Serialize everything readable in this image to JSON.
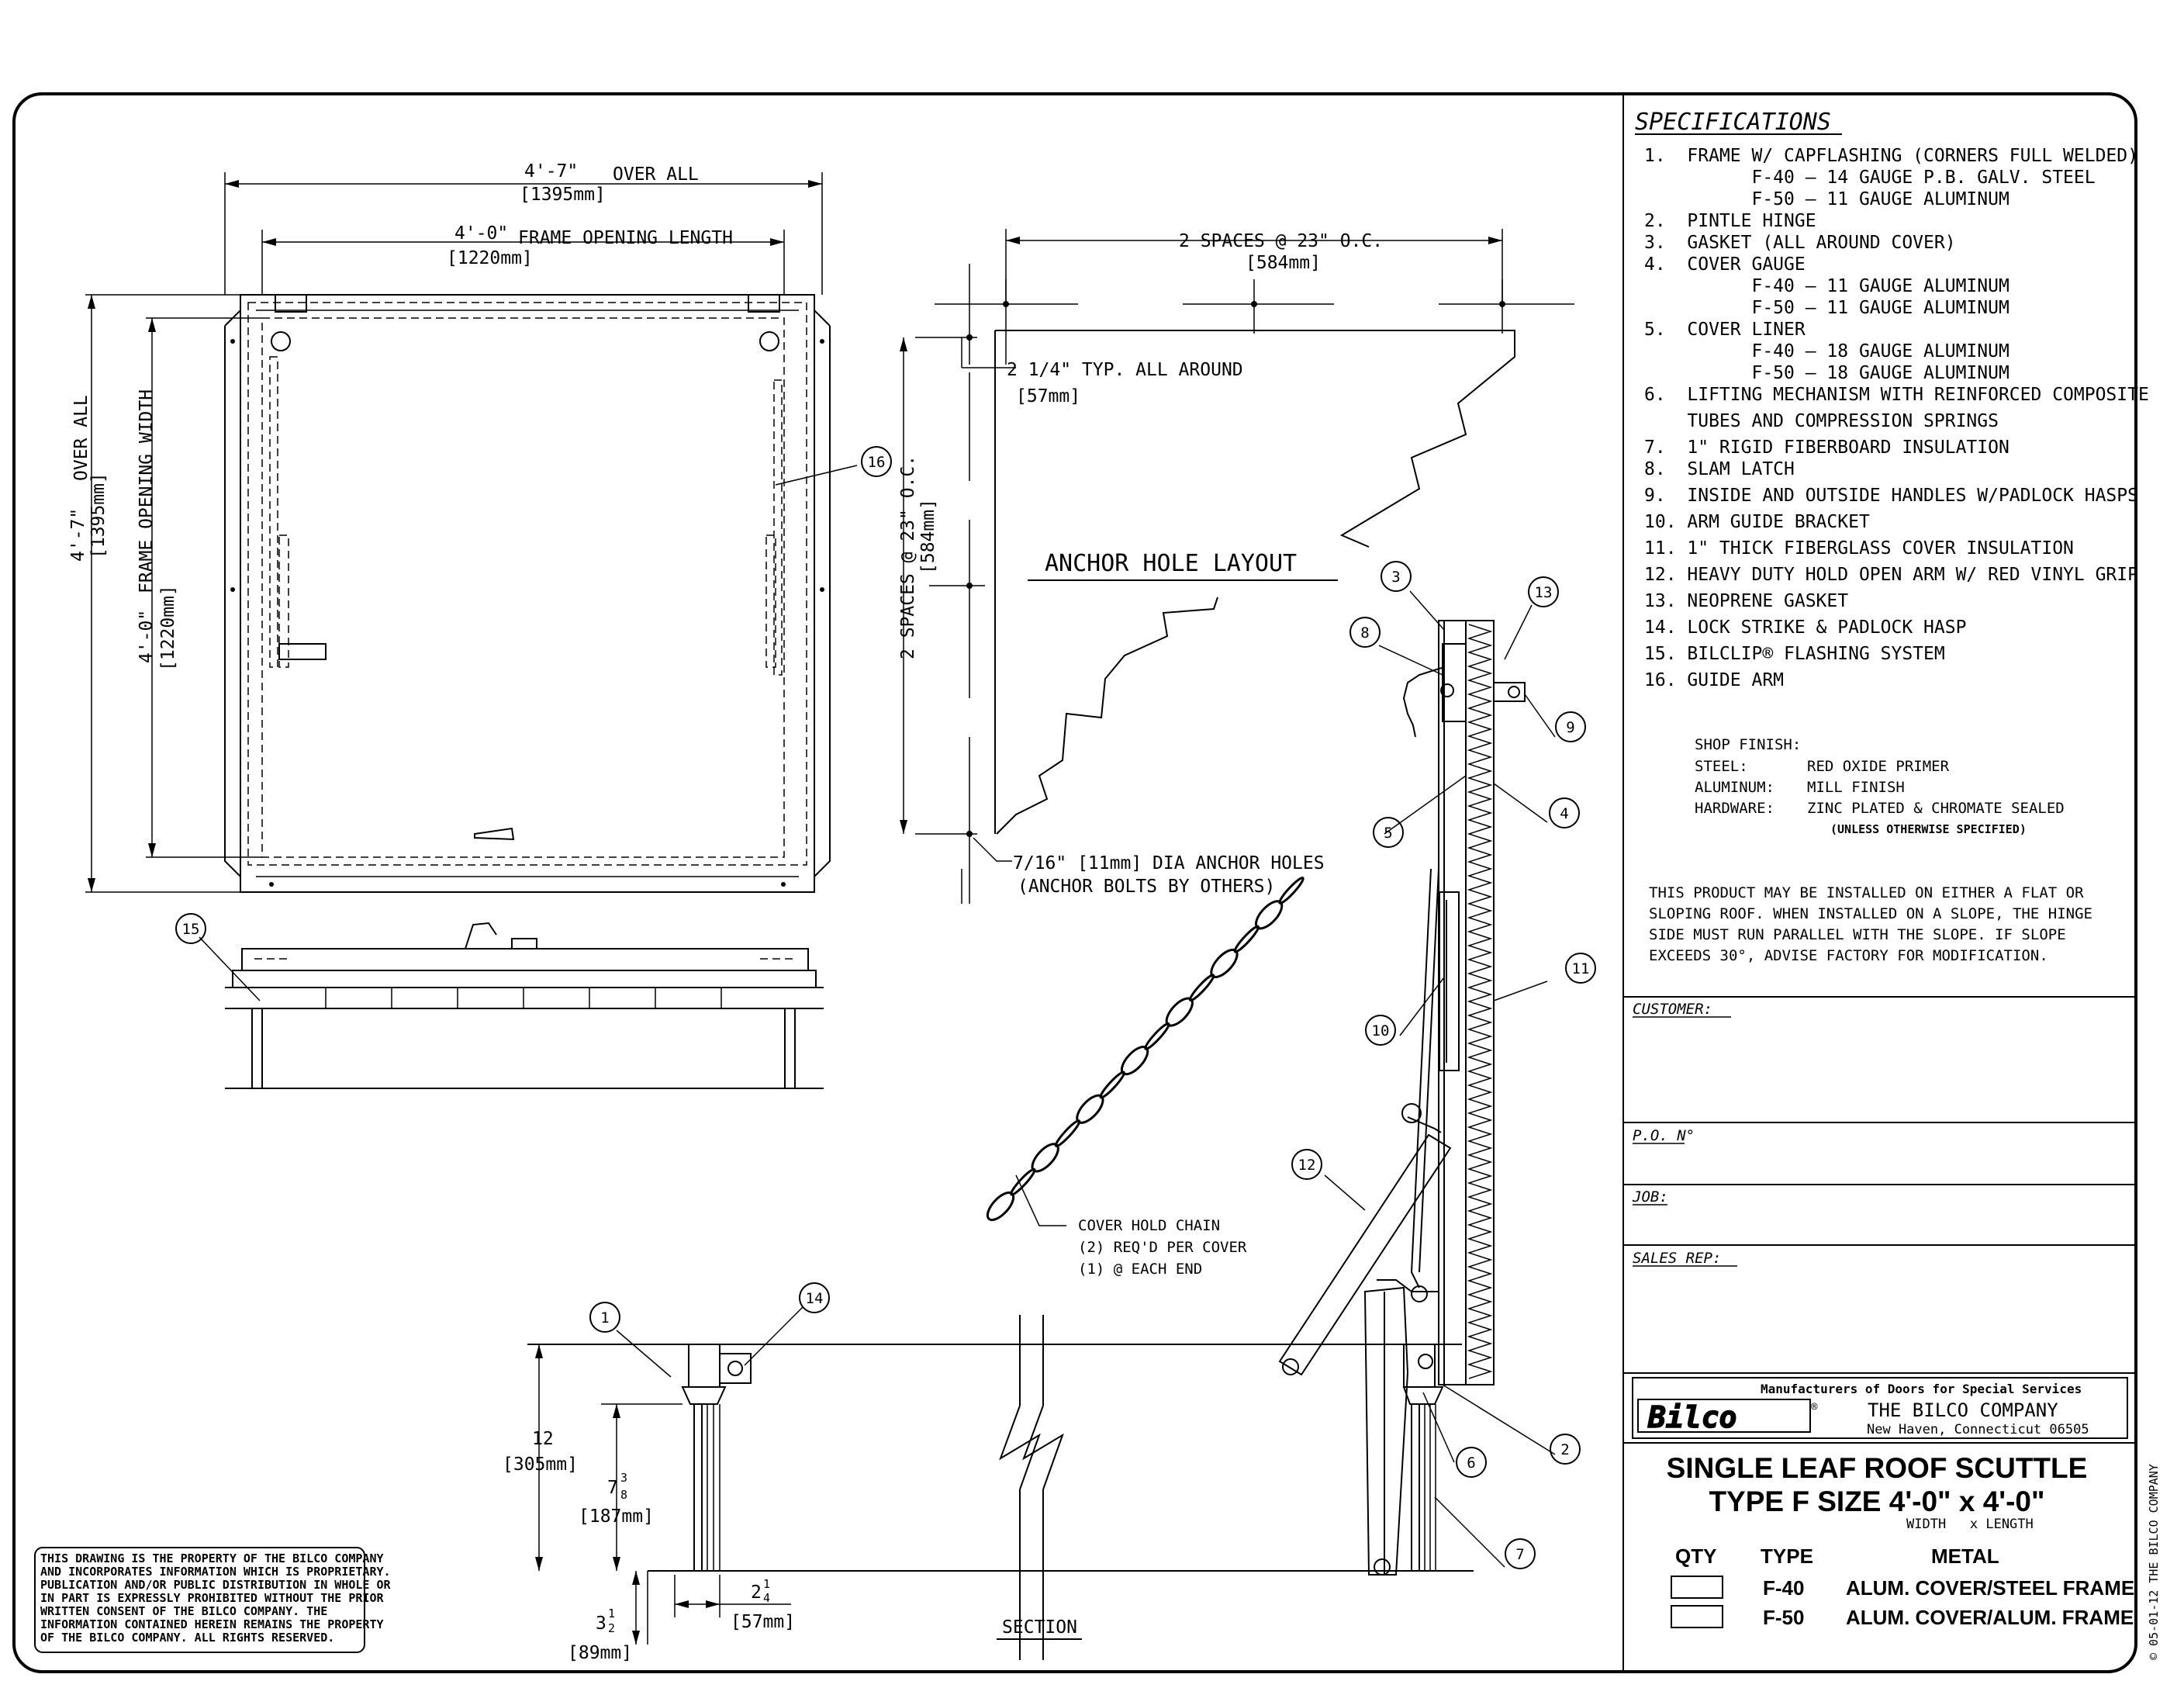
{
  "overall": {
    "top_dim": "4'-7\"",
    "top_dim_mm": "[1395mm]",
    "top_dim_note": "OVER ALL",
    "frame_len": "4'-0\"",
    "frame_len_mm": "[1220mm]",
    "frame_len_note": "FRAME OPENING LENGTH",
    "side_dim": "4'-7\"",
    "side_dim_note": "OVER ALL",
    "side_dim_mm": "[1395mm]",
    "frame_width": "4'-0\"",
    "frame_width_mm": "[1220mm]",
    "frame_width_note": "FRAME OPENING WIDTH"
  },
  "anchor": {
    "spacing_top": "2 SPACES @ 23\" O.C.",
    "spacing_top_mm": "[584mm]",
    "spacing_side": "2 SPACES @ 23\" O.C.",
    "spacing_side_mm": "[584mm]",
    "typ": "2 1/4\" TYP. ALL AROUND",
    "typ_mm": "[57mm]",
    "title": "ANCHOR HOLE LAYOUT",
    "holes_1": "7/16\" [11mm] DIA ANCHOR HOLES",
    "holes_2": "(ANCHOR BOLTS BY OTHERS)"
  },
  "chain": {
    "l1": "COVER HOLD CHAIN",
    "l2": "(2) REQ'D PER COVER",
    "l3": "(1) @ EACH END"
  },
  "section": {
    "h1": "12",
    "h1_mm": "[305mm]",
    "h2_whole": "7",
    "h2_num": "3",
    "h2_den": "8",
    "h2_mm": "[187mm]",
    "w_whole": "2",
    "w_num": "1",
    "w_den": "4",
    "w_mm": "[57mm]",
    "d_whole": "3",
    "d_num": "1",
    "d_den": "2",
    "d_mm": "[89mm]",
    "label": "SECTION"
  },
  "callouts": [
    "1",
    "2",
    "3",
    "4",
    "5",
    "6",
    "7",
    "8",
    "9",
    "10",
    "11",
    "12",
    "13",
    "14",
    "15",
    "16"
  ],
  "property_notice": [
    "THIS DRAWING IS THE PROPERTY OF THE BILCO  COMPANY",
    "AND INCORPORATES INFORMATION WHICH IS PROPRIETARY.",
    "PUBLICATION AND/OR PUBLIC DISTRIBUTION IN WHOLE OR",
    "IN PART IS EXPRESSLY  PROHIBITED WITHOUT THE PRIOR",
    "WRITTEN   CONSENT  OF  THE  BILCO   COMPANY.   THE",
    "INFORMATION  CONTAINED HEREIN REMAINS THE PROPERTY",
    "OF THE BILCO COMPANY. ALL RIGHTS RESERVED."
  ],
  "specs": {
    "heading": "SPECIFICATIONS",
    "lines": [
      "1.  FRAME W/ CAPFLASHING (CORNERS FULL WELDED)",
      "          F-40 – 14 GAUGE P.B. GALV. STEEL",
      "          F-50 – 11 GAUGE ALUMINUM",
      "2.  PINTLE HINGE",
      "3.  GASKET (ALL AROUND COVER)",
      "4.  COVER GAUGE",
      "          F-40 – 11 GAUGE ALUMINUM",
      "          F-50 – 11 GAUGE ALUMINUM",
      "5.  COVER LINER",
      "          F-40 – 18 GAUGE ALUMINUM",
      "          F-50 – 18 GAUGE ALUMINUM",
      "6.  LIFTING MECHANISM WITH REINFORCED COMPOSITE",
      "    TUBES AND COMPRESSION SPRINGS",
      "7.  1\" RIGID FIBERBOARD INSULATION",
      "8.  SLAM LATCH",
      "9.  INSIDE AND OUTSIDE HANDLES W/PADLOCK HASPS",
      "10. ARM GUIDE BRACKET",
      "11. 1\" THICK FIBERGLASS COVER INSULATION",
      "12. HEAVY DUTY HOLD OPEN ARM W/ RED VINYL GRIP",
      "13. NEOPRENE GASKET",
      "14. LOCK STRIKE & PADLOCK HASP",
      "15. BILCLIP® FLASHING SYSTEM",
      "16. GUIDE ARM"
    ],
    "finish_heading": "SHOP FINISH:",
    "finish": [
      {
        "k": "STEEL:",
        "v": "RED OXIDE PRIMER"
      },
      {
        "k": "ALUMINUM:",
        "v": "MILL FINISH"
      },
      {
        "k": "HARDWARE:",
        "v": "ZINC PLATED & CHROMATE SEALED"
      }
    ],
    "finish_note": "(UNLESS OTHERWISE SPECIFIED)",
    "install_note": [
      "THIS PRODUCT MAY BE INSTALLED ON EITHER A FLAT OR",
      "SLOPING ROOF. WHEN INSTALLED ON A SLOPE, THE HINGE",
      "SIDE MUST RUN PARALLEL WITH THE SLOPE. IF SLOPE",
      "EXCEEDS 30°, ADVISE FACTORY FOR MODIFICATION."
    ]
  },
  "fields": {
    "customer": "CUSTOMER:",
    "po": "P.O. N°",
    "job": "JOB:",
    "sales": "SALES REP:"
  },
  "company": {
    "tagline": "Manufacturers of Doors for Special Services",
    "logo": "Bilco",
    "name": "THE  BILCO  COMPANY",
    "address": "New Haven, Connecticut 06505"
  },
  "product": {
    "title1": "SINGLE LEAF ROOF SCUTTLE",
    "title2": "TYPE F  SIZE 4'-0\" x 4'-0\"",
    "subtitle": "WIDTH   x LENGTH",
    "col_qty": "QTY",
    "col_type": "TYPE",
    "col_metal": "METAL",
    "rows": [
      {
        "type": "F-40",
        "metal": "ALUM. COVER/STEEL FRAME"
      },
      {
        "type": "F-50",
        "metal": "ALUM. COVER/ALUM. FRAME"
      }
    ],
    "copyright": "© 05-01-12 THE BILCO COMPANY"
  }
}
